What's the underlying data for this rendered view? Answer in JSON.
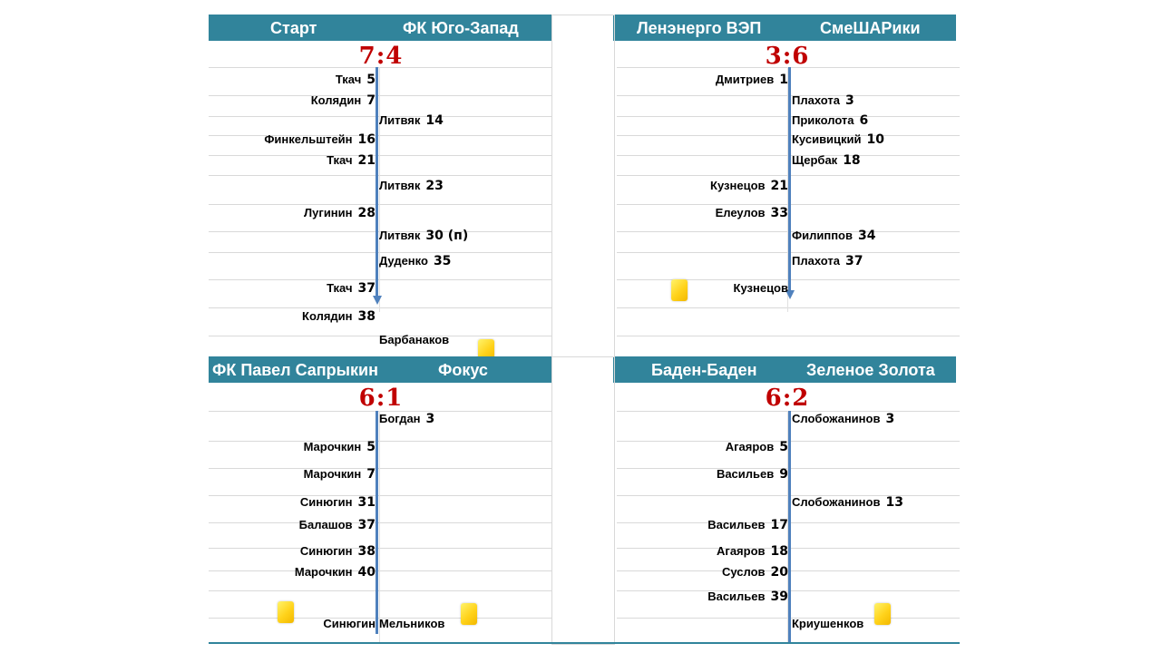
{
  "matches": [
    {
      "home": "Старт",
      "away": "ФК Юго-Запад",
      "score": "7:4",
      "events": [
        {
          "side": "left",
          "player": "Ткач",
          "minute": "5"
        },
        {
          "side": "left",
          "player": "Колядин",
          "minute": "7"
        },
        {
          "side": "right",
          "player": "Литвяк",
          "minute": "14"
        },
        {
          "side": "left",
          "player": "Финкельштейн",
          "minute": "16"
        },
        {
          "side": "left",
          "player": "Ткач",
          "minute": "21"
        },
        {
          "side": "right",
          "player": "Литвяк",
          "minute": "23"
        },
        {
          "side": "left",
          "player": "Лугинин",
          "minute": "28"
        },
        {
          "side": "right",
          "player": "Литвяк",
          "minute": "30 (п)"
        },
        {
          "side": "right",
          "player": "Дуденко",
          "minute": "35"
        },
        {
          "side": "left",
          "player": "Ткач",
          "minute": "37"
        },
        {
          "side": "left",
          "player": "Колядин",
          "minute": "38"
        },
        {
          "side": "right",
          "player": "Барбанаков",
          "minute": "",
          "card": "yellow"
        }
      ]
    },
    {
      "home": "Ленэнерго ВЭП",
      "away": "СмеШАРики",
      "score": "3:6",
      "events": [
        {
          "side": "left",
          "player": "Дмитриев",
          "minute": "1"
        },
        {
          "side": "right",
          "player": "Плахота",
          "minute": "3"
        },
        {
          "side": "right",
          "player": "Приколота",
          "minute": "6"
        },
        {
          "side": "right",
          "player": "Кусивицкий",
          "minute": "10"
        },
        {
          "side": "right",
          "player": "Щербак",
          "minute": "18"
        },
        {
          "side": "left",
          "player": "Кузнецов",
          "minute": "21"
        },
        {
          "side": "left",
          "player": "Елеулов",
          "minute": "33"
        },
        {
          "side": "right",
          "player": "Филиппов",
          "minute": "34"
        },
        {
          "side": "right",
          "player": "Плахота",
          "minute": "37"
        },
        {
          "side": "left",
          "player": "Кузнецов",
          "minute": "",
          "card": "yellow"
        }
      ]
    },
    {
      "home": "ФК Павел Сапрыкин",
      "away": "Фокус",
      "score": "6:1",
      "events": [
        {
          "side": "right",
          "player": "Богдан",
          "minute": "3"
        },
        {
          "side": "left",
          "player": "Марочкин",
          "minute": "5"
        },
        {
          "side": "left",
          "player": "Марочкин",
          "minute": "7"
        },
        {
          "side": "left",
          "player": "Синюгин",
          "minute": "31"
        },
        {
          "side": "left",
          "player": "Балашов",
          "minute": "37"
        },
        {
          "side": "left",
          "player": "Синюгин",
          "minute": "38"
        },
        {
          "side": "left",
          "player": "Марочкин",
          "minute": "40"
        },
        {
          "side": "left",
          "player": "Синюгин",
          "minute": "",
          "card": "yellow"
        },
        {
          "side": "right",
          "player": "Мельников",
          "minute": "",
          "card": "yellow"
        }
      ]
    },
    {
      "home": "Баден-Баден",
      "away": "Зеленое Золота",
      "score": "6:2",
      "events": [
        {
          "side": "right",
          "player": "Слобожанинов",
          "minute": "3"
        },
        {
          "side": "left",
          "player": "Агаяров",
          "minute": "5"
        },
        {
          "side": "left",
          "player": "Васильев",
          "minute": "9"
        },
        {
          "side": "right",
          "player": "Слобожанинов",
          "minute": "13"
        },
        {
          "side": "left",
          "player": "Васильев",
          "minute": "17"
        },
        {
          "side": "left",
          "player": "Агаяров",
          "minute": "18"
        },
        {
          "side": "left",
          "player": "Суслов",
          "minute": "20"
        },
        {
          "side": "left",
          "player": "Васильев",
          "minute": "39"
        },
        {
          "side": "right",
          "player": "Криушенков",
          "minute": "",
          "card": "yellow"
        }
      ]
    }
  ],
  "colors": {
    "header": "#31849b",
    "score": "#c00000",
    "axis": "#4f81bd",
    "card": "#ffd21a"
  }
}
